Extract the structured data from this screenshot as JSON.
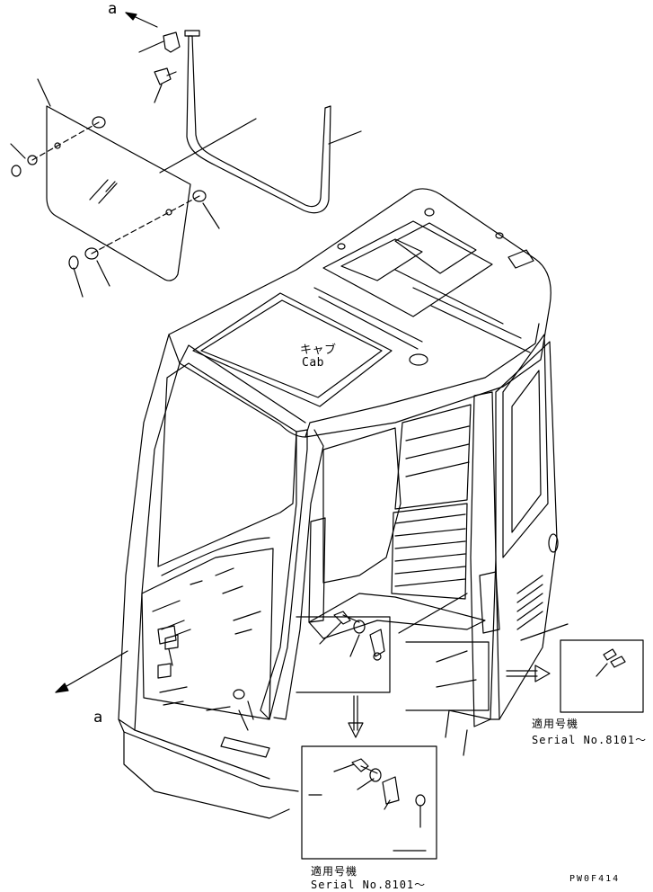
{
  "view_arrow_top": "a",
  "view_arrow_bottom": "a",
  "cab_label_jp": "キャブ",
  "cab_label_en": "Cab",
  "applicable_right_jp": "適用号機",
  "applicable_right_en": "Serial No.8101～",
  "applicable_bottom_jp": "適用号機",
  "applicable_bottom_en": "Serial No.8101～",
  "drawing_code": "PW0F414",
  "line_color": "#000000",
  "background": "#ffffff"
}
